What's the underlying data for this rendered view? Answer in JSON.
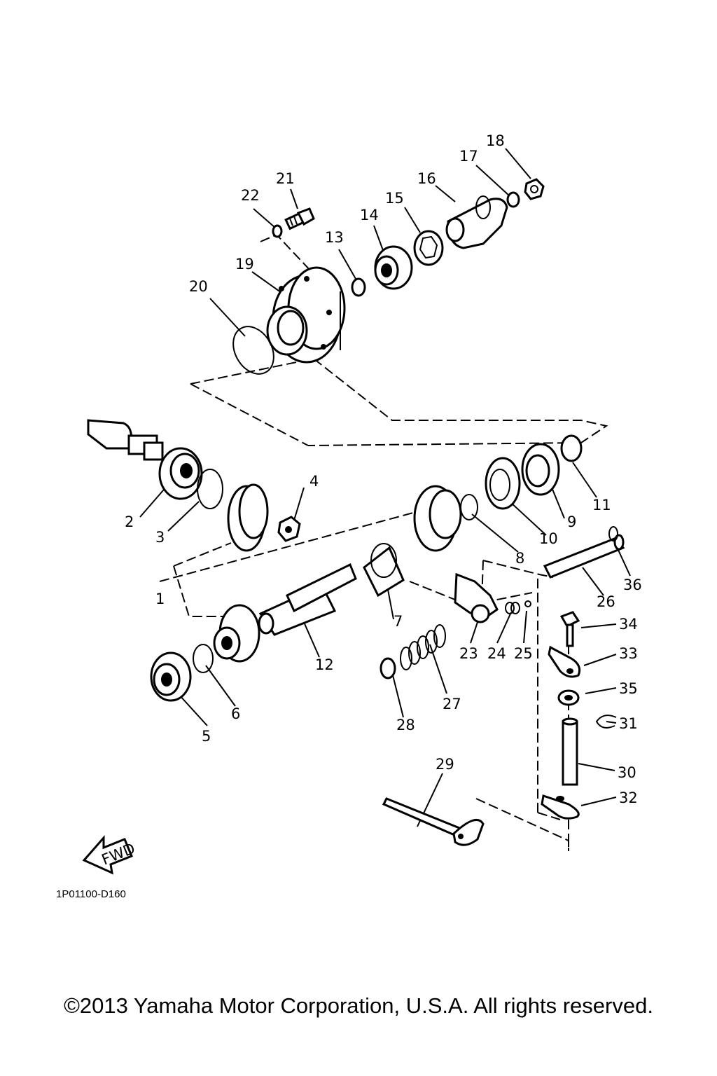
{
  "diagram": {
    "part_numbers": [
      "1",
      "2",
      "3",
      "4",
      "5",
      "6",
      "7",
      "8",
      "9",
      "10",
      "11",
      "12",
      "13",
      "14",
      "15",
      "16",
      "17",
      "18",
      "19",
      "20",
      "21",
      "22",
      "23",
      "24",
      "25",
      "26",
      "27",
      "28",
      "29",
      "30",
      "31",
      "32",
      "33",
      "34",
      "35",
      "36"
    ],
    "fwd_label": "FWD",
    "diagram_code": "1P01100-D160"
  },
  "footer": {
    "copyright": "©2013 Yamaha Motor Corporation, U.S.A. All rights reserved."
  }
}
